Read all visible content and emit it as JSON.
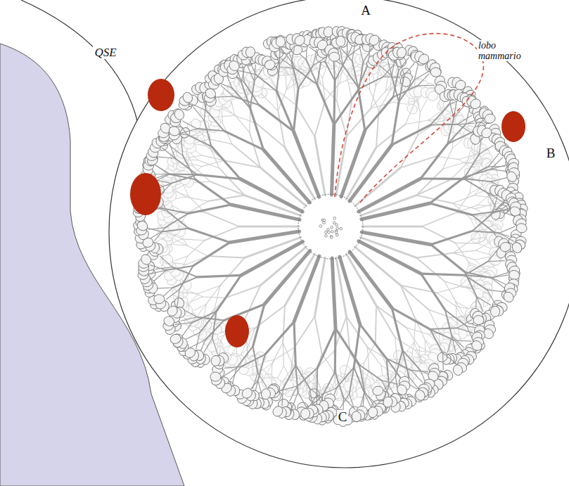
{
  "diagram": {
    "labels": [
      "A",
      "QSE",
      "lobo mammario",
      "B",
      "C"
    ]
  }
}
